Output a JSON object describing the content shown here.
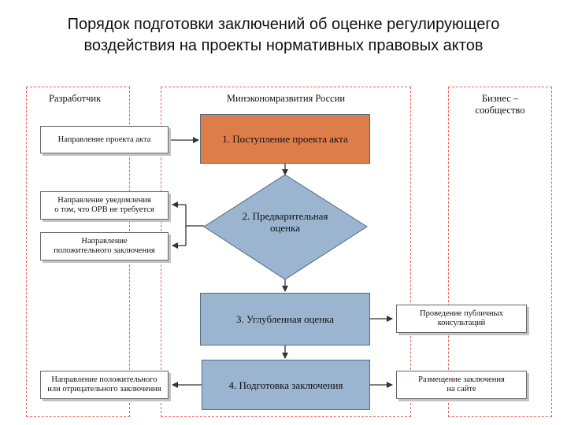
{
  "title": {
    "line1": "Порядок подготовки заключений об оценке регулирующего",
    "line2": "воздействия на проекты нормативных правовых актов"
  },
  "lanes": {
    "developer": "Разработчик",
    "ministry": "Минэкономразвития России",
    "business_line1": "Бизнес –",
    "business_line2": "сообщество"
  },
  "steps": {
    "step1": "1. Поступление проекта акта",
    "step2_line1": "2. Предварительная",
    "step2_line2": "оценка",
    "step3": "3. Углубленная оценка",
    "step4": "4. Подготовка заключения"
  },
  "developer_boxes": {
    "send_draft": "Направление проекта акта",
    "notice_line1": "Направление уведомления",
    "notice_line2": "о том, что ОРВ не требуется",
    "positive_line1": "Направление",
    "positive_line2": "положительного заключения",
    "final_line1": "Направление положительного",
    "final_line2": "или отрицательного заключения"
  },
  "business_boxes": {
    "consult_line1": "Проведение публичных",
    "consult_line2": "консультаций",
    "publish_line1": "Размещение заключения",
    "publish_line2": "на сайте"
  },
  "colors": {
    "lane_border": "#e0645c",
    "step1_fill": "#dd7d4a",
    "step_fill": "#9bb4d0",
    "arrow": "#333333"
  }
}
